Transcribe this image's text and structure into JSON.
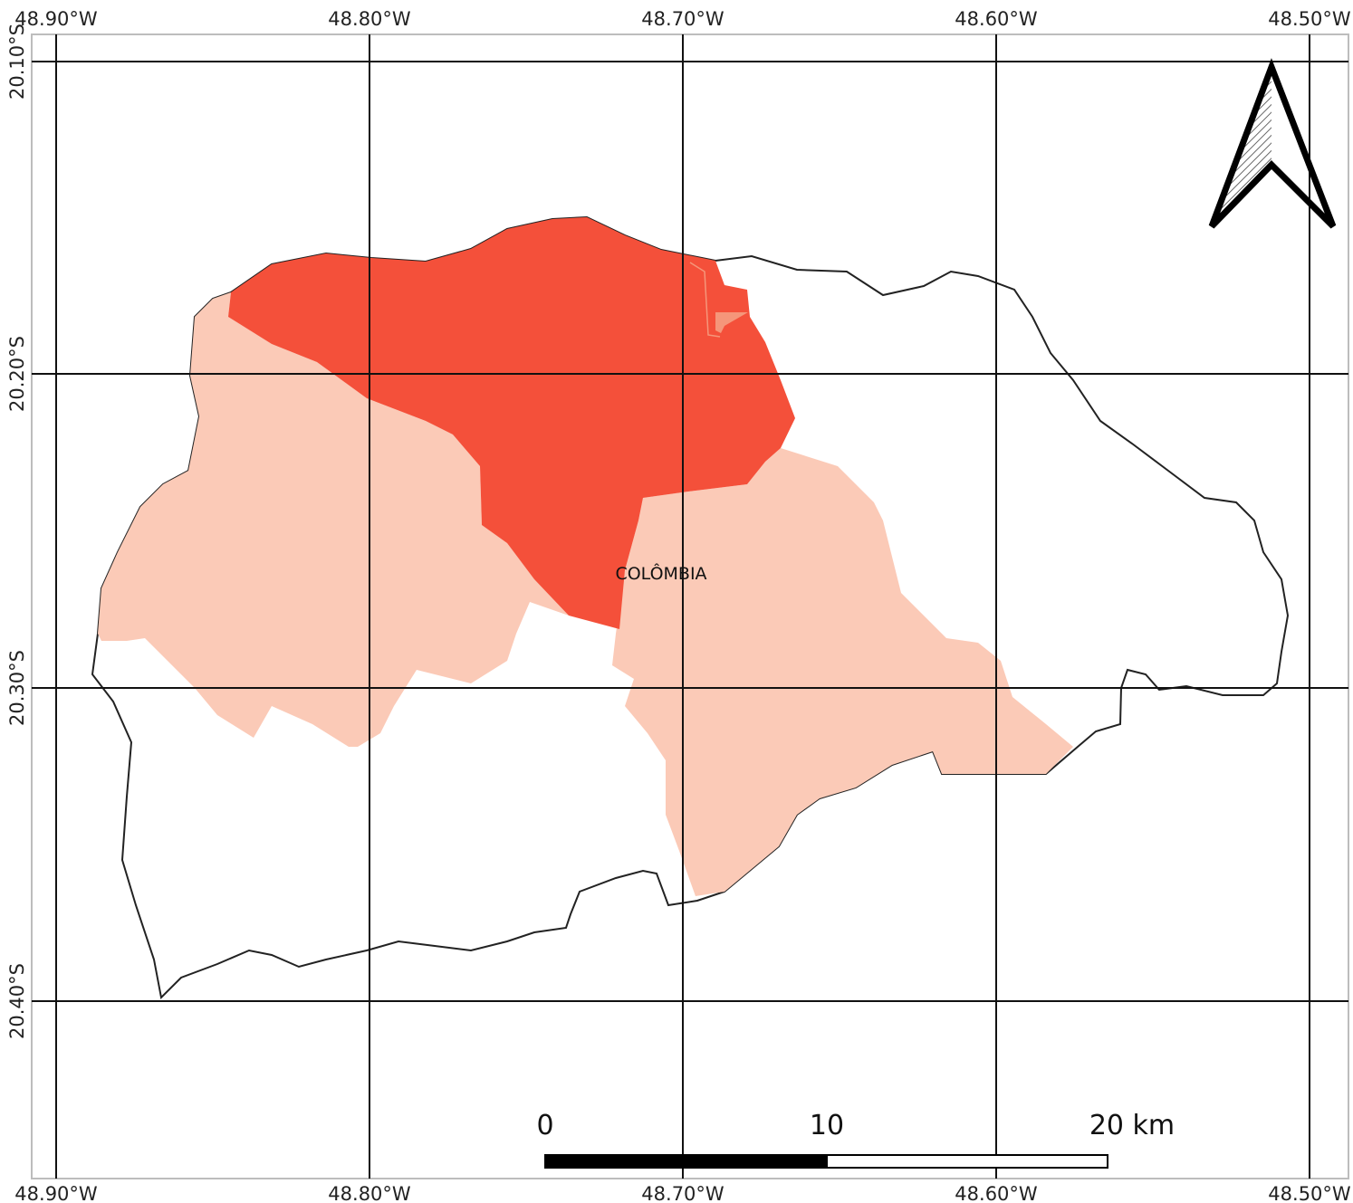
{
  "map": {
    "place_label": "COLÔMBIA",
    "lon_labels_top": [
      "48.90°W",
      "48.80°W",
      "48.70°W",
      "48.60°W",
      "48.50°W"
    ],
    "lon_labels_bottom": [
      "48.90°W",
      "48.80°W",
      "48.70°W",
      "48.60°W",
      "48.50°W"
    ],
    "lat_labels": [
      "20.10°S",
      "20.20°S",
      "20.30°S",
      "20.40°S"
    ],
    "scale_bar": {
      "labels": [
        "0",
        "10",
        "20 km"
      ]
    },
    "colors": {
      "zone_dark": "#f4503a",
      "zone_light": "#fbcab7",
      "zone_urban": "#f5967a",
      "outline": "#222222",
      "grid": "#111111",
      "frame": "#bdbdbd"
    },
    "icons": [
      "north-arrow-icon"
    ]
  }
}
